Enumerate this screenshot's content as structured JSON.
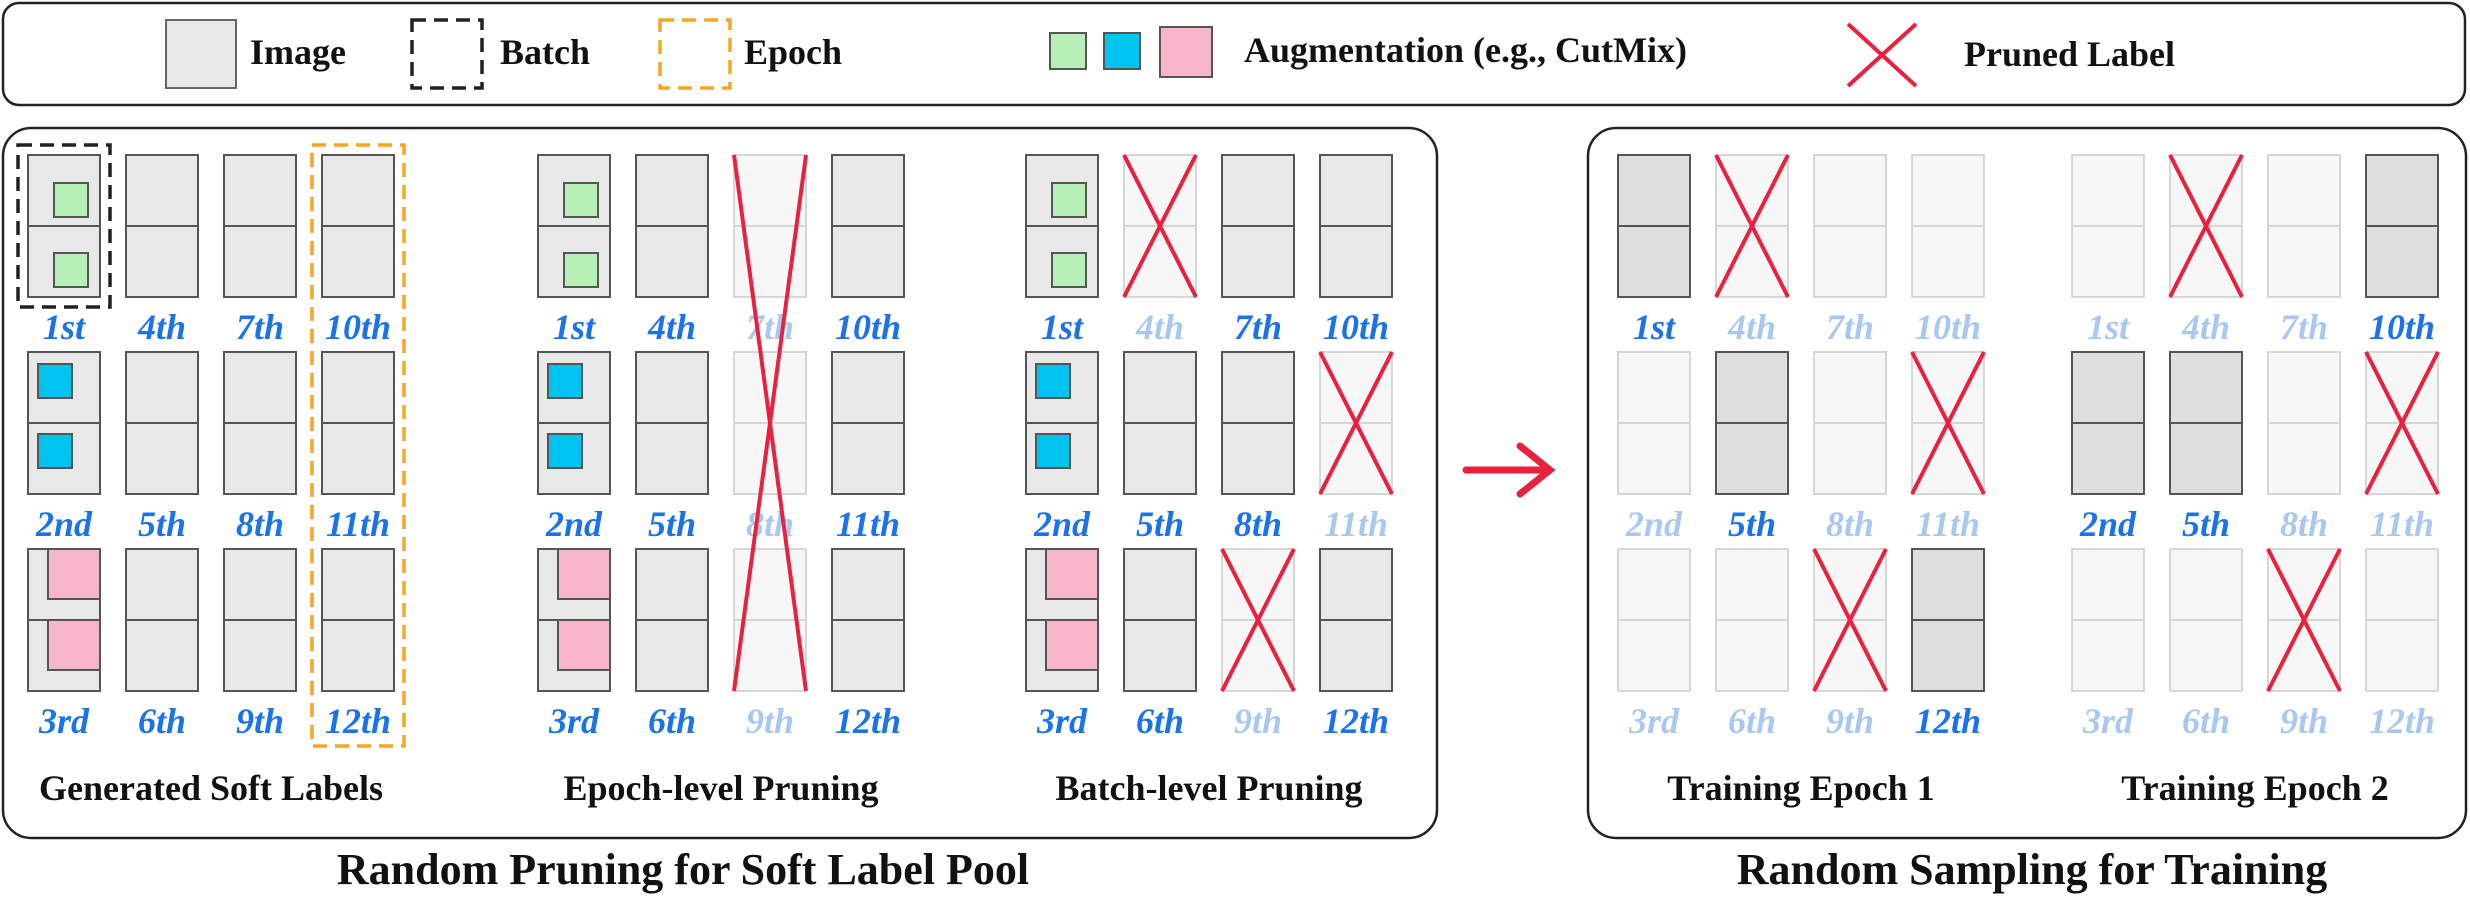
{
  "legend": {
    "image": "Image",
    "batch": "Batch",
    "epoch": "Epoch",
    "augmentation": "Augmentation (e.g., CutMix)",
    "pruned": "Pruned Label"
  },
  "panels": {
    "left_caption": "Random Pruning for Soft Label Pool",
    "right_caption": "Random Sampling for Training"
  },
  "groups": [
    {
      "title": "Generated Soft Labels",
      "pruned": [],
      "faded": [],
      "dark": [],
      "outline": true
    },
    {
      "title": "Epoch-level Pruning",
      "pruned": [],
      "faded": [
        7,
        8,
        9
      ],
      "dark": [],
      "bigX": true
    },
    {
      "title": "Batch-level Pruning",
      "pruned": [
        4,
        9,
        11
      ],
      "faded": [
        4,
        9,
        11
      ],
      "dark": []
    },
    {
      "title": "Training Epoch 1",
      "pruned": [
        4,
        9,
        11
      ],
      "faded": [
        2,
        3,
        4,
        6,
        7,
        8,
        9,
        10,
        11
      ],
      "dark": [
        1,
        5,
        12
      ]
    },
    {
      "title": "Training Epoch 2",
      "pruned": [
        4,
        9,
        11
      ],
      "faded": [
        1,
        3,
        4,
        6,
        7,
        8,
        9,
        11,
        12
      ],
      "dark": [
        2,
        5,
        10
      ]
    }
  ],
  "ordinals": [
    "1st",
    "2nd",
    "3rd",
    "4th",
    "5th",
    "6th",
    "7th",
    "8th",
    "9th",
    "10th",
    "11th",
    "12th"
  ],
  "colors": {
    "image": "#e8e8e8",
    "image_dark": "#dedede",
    "faded": "#f7f7f7",
    "ordinal": "#1a73e8",
    "ordinal_faded": "#a9c8f0",
    "cross": "#e8213f",
    "batch": "#222222",
    "epoch": "#f5a623",
    "aug_green": "#b6f0b6",
    "aug_blue": "#00c4f0",
    "aug_pink": "#f7b6c8"
  }
}
